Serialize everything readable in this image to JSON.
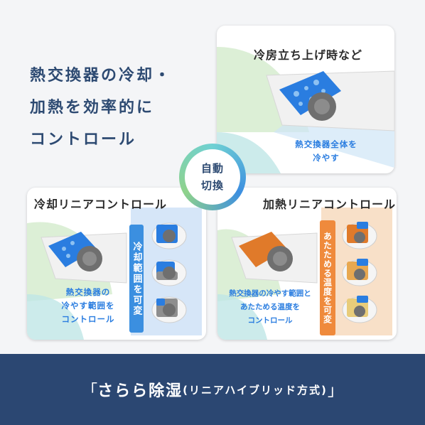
{
  "headline": {
    "line1": "熱交換器の冷却・",
    "line2": "加熱を効率的に",
    "line3": "コントロール"
  },
  "badge": {
    "line1": "自動",
    "line2": "切換"
  },
  "cards": {
    "cooling_startup": {
      "title": "冷房立ち上げ時など",
      "caption_line1": "熱交換器全体を",
      "caption_line2": "冷やす"
    },
    "cooling_linear": {
      "title": "冷却リニアコントロール",
      "strip": "冷却範囲を可変",
      "caption_line1": "熱交換器の",
      "caption_line2": "冷やす範囲を",
      "caption_line3": "コントロール"
    },
    "heating_linear": {
      "title": "加熱リニアコントロール",
      "strip": "あたためる温度を可変",
      "caption_line1": "熱交換器の冷やす範囲と",
      "caption_line2": "あたためる温度を",
      "caption_line3": "コントロール"
    }
  },
  "bottom": {
    "open_bracket": "「",
    "main": "さらら除湿",
    "sub": "(リニアハイブリッド方式)",
    "close_bracket": "」"
  },
  "colors": {
    "navy": "#2b4772",
    "cool_blue": "#2a7de0",
    "heat_orange": "#e07a2a",
    "strip_blue": "#3b8fe0",
    "strip_orange": "#ef8a3c"
  }
}
